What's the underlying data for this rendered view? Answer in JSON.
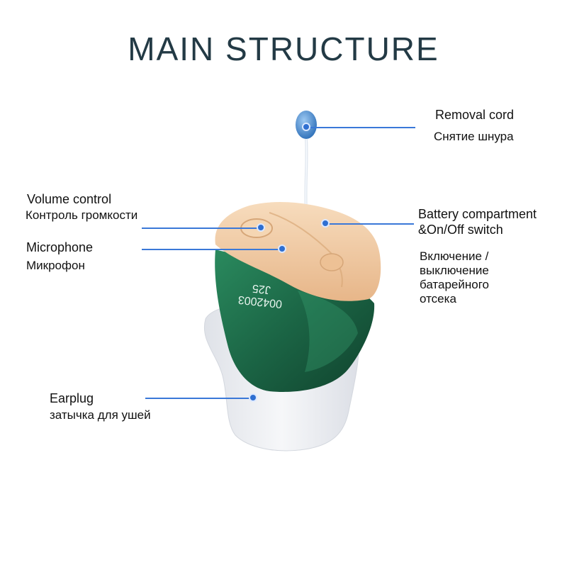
{
  "title": "MAIN STRUCTURE",
  "device": {
    "serial_line1": "0042003",
    "serial_line2": "J25"
  },
  "callouts": {
    "removal_cord": {
      "en": "Removal cord",
      "ru": "Снятие шнура"
    },
    "volume_control": {
      "en": "Volume control",
      "ru": "Контроль громкости"
    },
    "microphone": {
      "en": "Microphone",
      "ru": "Микрофон"
    },
    "battery": {
      "en_line1": "Battery compartment",
      "en_line2": "&On/Off switch",
      "ru_lines": [
        "Включение /",
        "выключение",
        "батарейного",
        "отсека"
      ]
    },
    "earplug": {
      "en": "Earplug",
      "ru": "затычка для ушей"
    }
  },
  "colors": {
    "title": "#233a45",
    "callout_line": "#3a78d8",
    "shell_green": "#1f6a4a",
    "faceplate_beige": "#f0c9a2",
    "earplug": "#eceef2",
    "cord_knob": "#3f86d6"
  }
}
